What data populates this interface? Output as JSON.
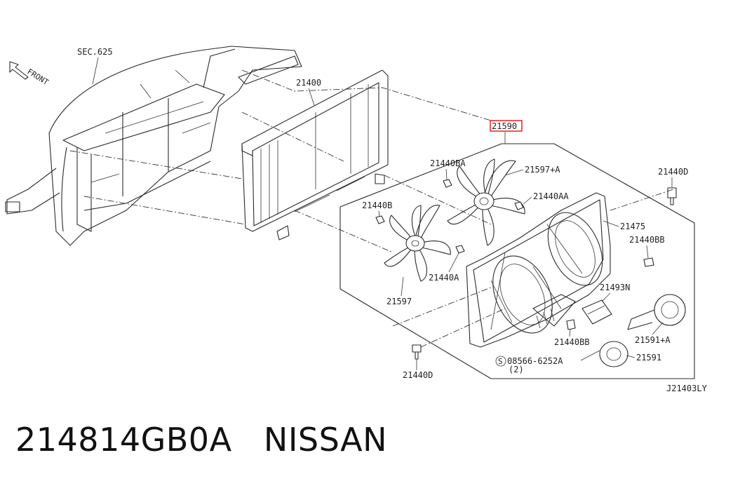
{
  "diagram": {
    "labels": {
      "sec625": "SEC.625",
      "front": "FRONT",
      "p21400": "21400",
      "p21590": "21590",
      "p21440BA": "21440BA",
      "p21597A": "21597+A",
      "p21440D_top": "21440D",
      "p21440AA": "21440AA",
      "p21440B": "21440B",
      "p21475": "21475",
      "p21440BB_top": "21440BB",
      "p21440A": "21440A",
      "p21597": "21597",
      "p21493N": "21493N",
      "p21440BB_bottom": "21440BB",
      "p21591A": "21591+A",
      "p08566": "08566-6252A",
      "p08566_qty": "(2)",
      "p21591": "21591",
      "p21440D_bottom": "21440D",
      "diagram_code": "J21403LY"
    },
    "highlight_color": "#e01010",
    "icons": [
      "front-arrow-icon",
      "screw-symbol-icon"
    ]
  },
  "caption": {
    "part_number": "214814GB0A",
    "brand": "NISSAN"
  }
}
